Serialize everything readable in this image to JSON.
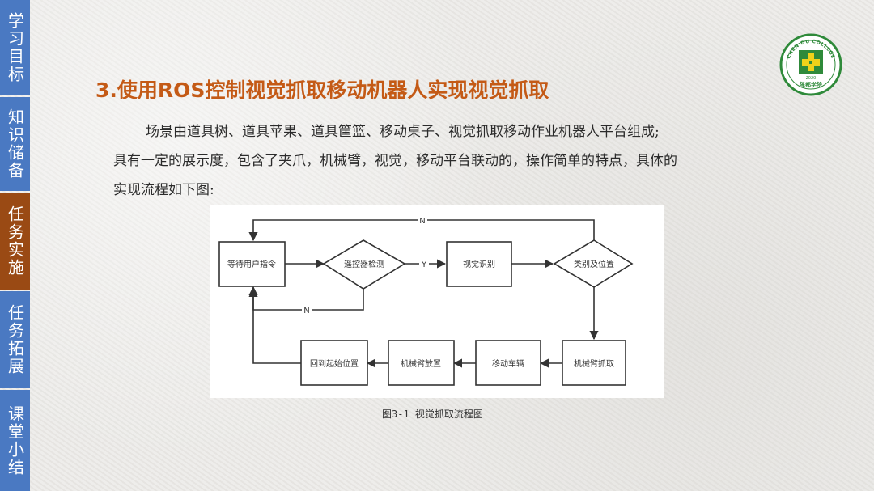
{
  "sidebar": {
    "items": [
      {
        "label": "学习目标"
      },
      {
        "label": "知识储备"
      },
      {
        "label": "任务实施"
      },
      {
        "label": "任务拓展"
      },
      {
        "label": "课堂小结"
      }
    ],
    "active_index": 2,
    "color": "#4a79c2",
    "active_color": "#9a4a14"
  },
  "title": "3.使用ROS控制视觉抓取移动机器人实现视觉抓取",
  "title_color": "#c45a16",
  "logo": {
    "ring_text": "CHEN DU COLLEGE",
    "year": "2020",
    "bottom_text": "陈都学院"
  },
  "paragraph": {
    "line1": "场景由道具树、道具苹果、道具筐篮、移动桌子、视觉抓取移动作业机器人平台组成;",
    "line2": "具有一定的展示度，包含了夹爪，机械臂，视觉，移动平台联动的，操作简单的特点，具体的",
    "line3": "实现流程如下图:"
  },
  "flowchart": {
    "nodes": {
      "wait": "等待用户指令",
      "detect": "遥控器检测",
      "vision": "视觉识别",
      "classify": "类别及位置",
      "grab": "机械臂抓取",
      "move": "移动车辆",
      "place": "机械臂放置",
      "return": "回到起始位置"
    },
    "edge_labels": {
      "yes": "Y",
      "no_top": "N",
      "no_bottom": "N"
    }
  },
  "caption": "图3-1 视觉抓取流程图"
}
